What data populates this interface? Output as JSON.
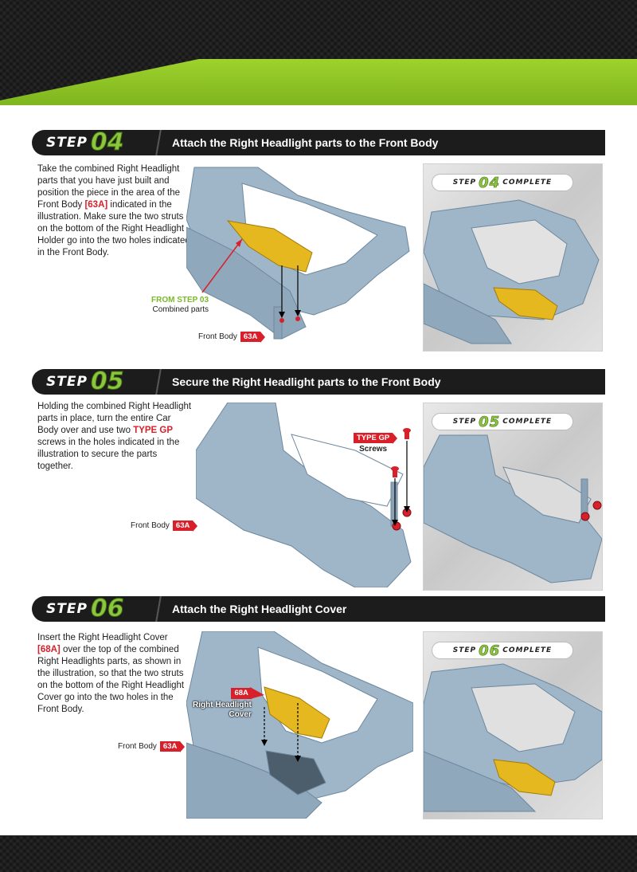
{
  "steps": [
    {
      "word": "STEP",
      "number": "04",
      "title": "Attach the Right Headlight parts to the Front Body",
      "instruction_parts": [
        {
          "text": "Take the combined Right Headlight parts that you have just built and position the piece in the area of the Front Body ",
          "red": false
        },
        {
          "text": "[63A]",
          "red": true
        },
        {
          "text": " indicated in the illustration. Make sure the two struts on the bottom of the Right Headlight Holder go into the two holes indicated in the Front Body.",
          "red": false
        }
      ],
      "from_step": "FROM STEP 03",
      "from_sub": "Combined parts",
      "front_body_label": "Front Body",
      "front_body_code": "63A",
      "complete": {
        "word": "STEP",
        "number": "04",
        "suffix": "COMPLETE"
      }
    },
    {
      "word": "STEP",
      "number": "05",
      "title": "Secure the Right Headlight parts to the Front Body",
      "instruction_parts": [
        {
          "text": "Holding the combined Right Headlight parts in place, turn the entire Car Body over and use two ",
          "red": false
        },
        {
          "text": "TYPE GP",
          "red": true
        },
        {
          "text": " screws in the holes indicated in the illustration to secure the parts together.",
          "red": false
        }
      ],
      "screw_tag": "TYPE GP",
      "screw_sub": "Screws",
      "front_body_label": "Front Body",
      "front_body_code": "63A",
      "complete": {
        "word": "STEP",
        "number": "05",
        "suffix": "COMPLETE"
      }
    },
    {
      "word": "STEP",
      "number": "06",
      "title": "Attach the Right Headlight Cover",
      "instruction_parts": [
        {
          "text": "Insert the Right Headlight Cover ",
          "red": false
        },
        {
          "text": "[68A]",
          "red": true
        },
        {
          "text": " over the top of the combined Right Headlights parts, as shown in the illustration, so that the two struts on the bottom of the Right Headlight Cover go into the two holes in the Front Body.",
          "red": false
        }
      ],
      "cover_code": "68A",
      "cover_label_1": "Right Headlight",
      "cover_label_2": "Cover",
      "front_body_label": "Front Body",
      "front_body_code": "63A",
      "complete": {
        "word": "STEP",
        "number": "06",
        "suffix": "COMPLETE"
      }
    }
  ],
  "colors": {
    "accent_green": "#8cc63f",
    "accent_red": "#d8202a",
    "part_blue": "#9fb6c9",
    "headlight_yellow": "#e6b81f",
    "header_black": "#1c1c1c"
  }
}
